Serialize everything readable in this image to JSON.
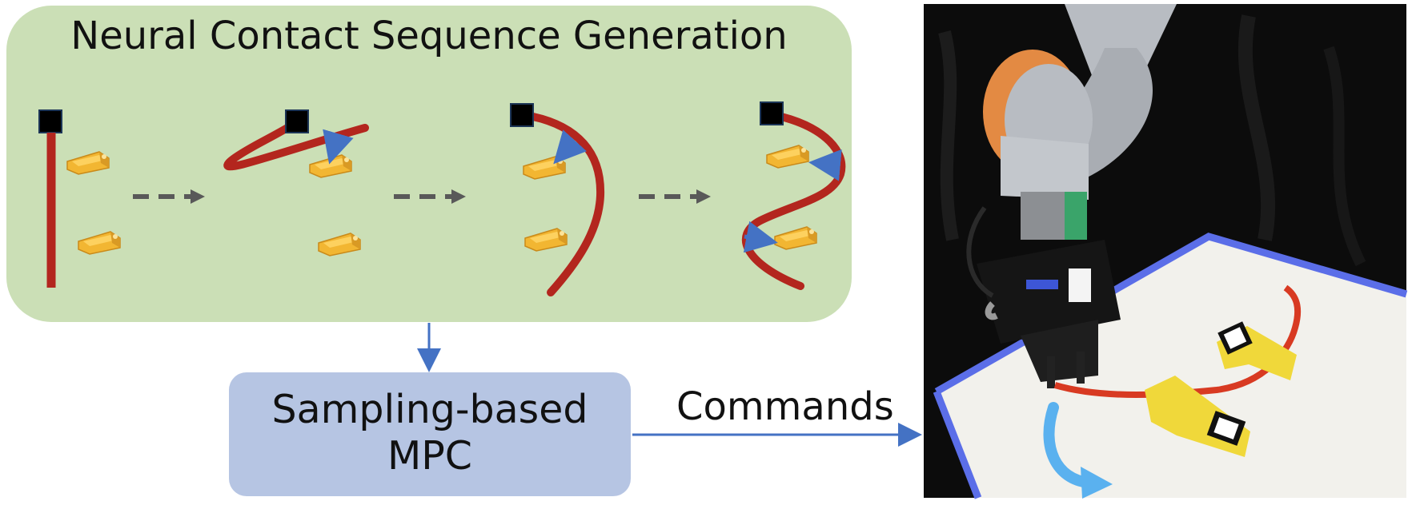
{
  "panel": {
    "title": "Neural Contact Sequence Generation"
  },
  "planner": {
    "line1": "Sampling-based",
    "line2": "MPC"
  },
  "edge_label": "Commands",
  "colors": {
    "panel_bg": "#cbdfb6",
    "planner_bg": "#b6c5e3",
    "rope": "#b3261e",
    "arrow_blue": "#4472c4",
    "gripper_block": "#000000",
    "obstacle": "#f2b632",
    "dashed_arrow": "#595959",
    "flow_arrow": "#4472c4",
    "robot_orange": "#e38a43",
    "robot_gray": "#b8bcc2",
    "table": "#f2f1ec",
    "table_edge": "#5b6ee8",
    "photo_rope": "#d83a22",
    "photo_clip": "#f0d83a",
    "rotation_arrow": "#5ab1ef"
  },
  "icons": {
    "gripper": "black-square-icon",
    "obstacle": "yellow-block-icon",
    "step": "dashed-arrow-icon",
    "photo": "robot-arm-photo"
  }
}
